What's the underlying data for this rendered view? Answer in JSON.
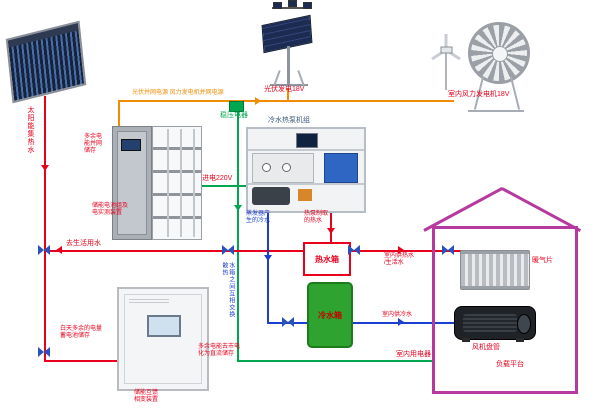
{
  "colors": {
    "hot_water_line": "#e8001c",
    "cold_water_line": "#1b3fd0",
    "power_bus_line": "#f08c00",
    "power_green_line": "#00a650",
    "house_outline": "#b6399e",
    "cold_tank_fill": "#2fa32f",
    "valve": "#2a52be"
  },
  "icons": {
    "valve": "pipe-valve",
    "solar_collector": "evacuated-tube-collector",
    "pv_tracker": "pv-tracking-panel",
    "wind_set": "wind-turbine-with-fan",
    "house": "house-outline"
  },
  "labels": {
    "solar_collector": "太阳能集热水",
    "pv_power": "光伏发电18V",
    "wind_power": "室内风力发电机18V",
    "grid_bus": "光伏并网电源 风力发电机并网电源",
    "regulator": "稳压电器",
    "surplus_to_grid_top": "多余电\n能并网\n储存",
    "battery_cabinet": "储能电池组及\n电实测装置",
    "heat_pump_title": "冷水热泵机组",
    "mains_in": "进电220V",
    "evaporator_cold": "蒸发器产\n生的冷水",
    "heat_pump_hot": "热泵制取\n的热水",
    "hot_tank": "热水箱",
    "domestic_water": "去生活用水",
    "tank_exchange": "水箱之间互相交换散热",
    "cold_tank": "冷水箱",
    "indoor_hot_supply": "室内供热水\n/生活水",
    "indoor_cold_supply": "室内供冷水",
    "radiator": "暖气片",
    "fan_coil": "风机盘管",
    "load_platform": "负载平台",
    "indoor_appliances": "室内用电器",
    "day_surplus_storage": "白天多余的电量\n蓄电池储存",
    "inverter_cabinet": "储能互馈\n相变装置",
    "surplus_to_grid_bottom": "多余电能去市电\n化为直流储存"
  }
}
